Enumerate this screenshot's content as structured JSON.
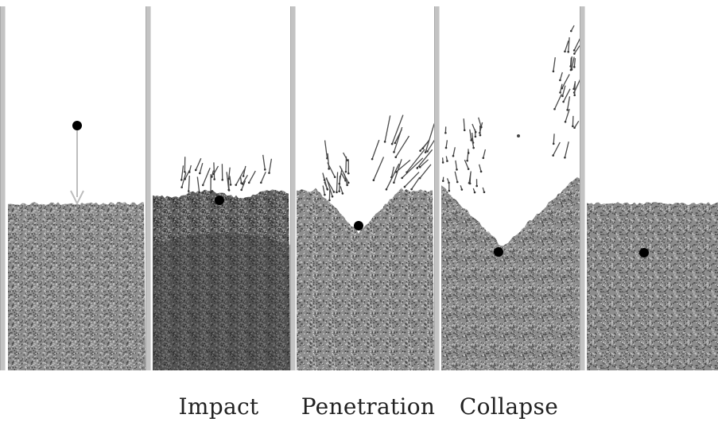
{
  "panels": [
    {
      "id": "before",
      "caption": ""
    },
    {
      "id": "impact",
      "caption": "Impact"
    },
    {
      "id": "penetration",
      "caption": "Penetration"
    },
    {
      "id": "collapse",
      "caption": "Collapse"
    },
    {
      "id": "after",
      "caption": ""
    }
  ],
  "colors": {
    "sand": "#8d8d8d",
    "sand_dark": "#4a4a4a",
    "sand_light": "#c4c4c4",
    "ball": "#000000",
    "divider": "#c3c3c3",
    "arrow": "#bdbdbd"
  }
}
